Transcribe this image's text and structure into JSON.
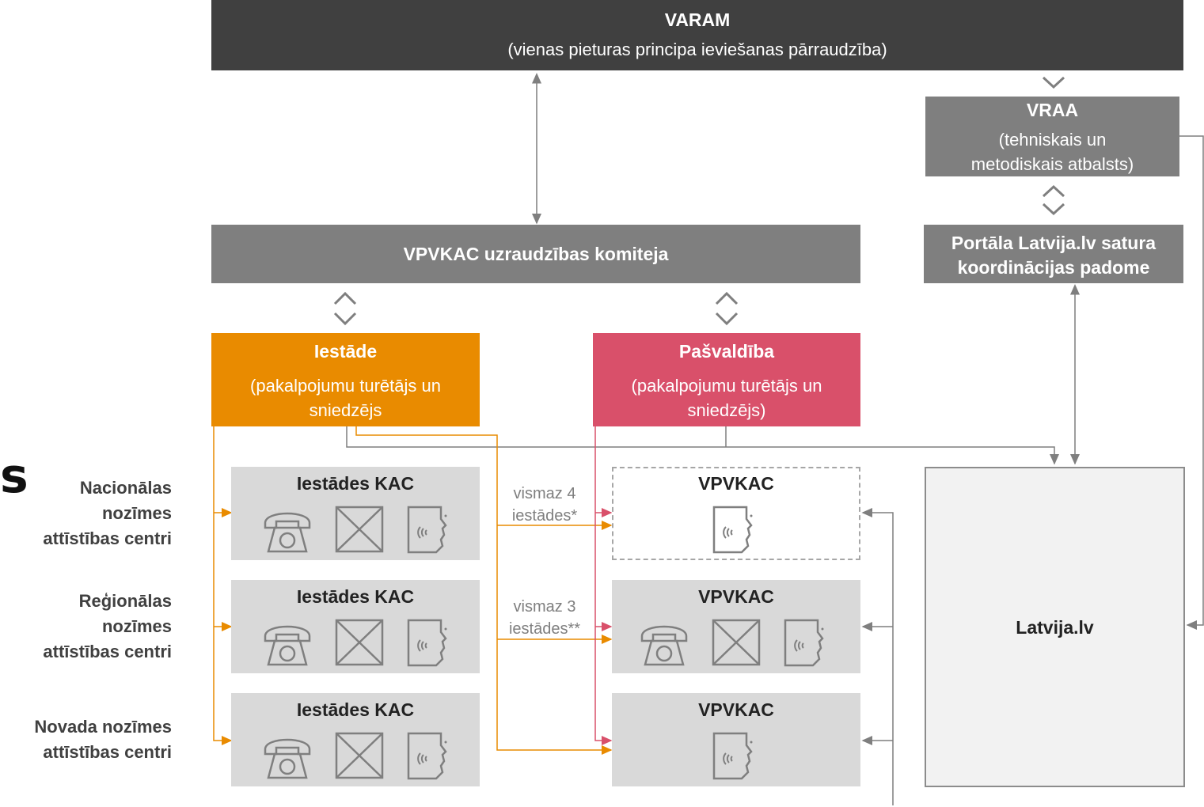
{
  "varam": {
    "title": "VARAM",
    "subtitle": "(vienas pieturas principa ieviešanas pārraudzība)"
  },
  "vraa": {
    "title": "VRAA",
    "subtitle_line1": "(tehniskais un",
    "subtitle_line2": "metodiskais atbalsts)"
  },
  "committee": {
    "title": "VPVKAC uzraudzības komiteja"
  },
  "portal_council": {
    "line1": "Portāla Latvija.lv satura",
    "line2": "koordinācijas padome"
  },
  "iestade": {
    "title": "Iestāde",
    "subtitle_line1": "(pakalpojumu turētājs un",
    "subtitle_line2": "sniedzējs"
  },
  "pasvaldiba": {
    "title": "Pašvaldība",
    "subtitle_line1": "(pakalpojumu turētājs un",
    "subtitle_line2": "sniedzējs)"
  },
  "left_fragment": "s",
  "row_labels": [
    {
      "line1": "Nacionālas",
      "line2": "nozīmes",
      "line3": "attīstības centri"
    },
    {
      "line1": "Reģionālas",
      "line2": "nozīmes",
      "line3": "attīstības centri"
    },
    {
      "line1": "Novada nozīmes",
      "line2": "attīstības centri"
    }
  ],
  "kac_title": "Iestādes KAC",
  "vpvkac_title": "VPVKAC",
  "notes": [
    {
      "line1": "vismaz 4",
      "line2": "iestādes*"
    },
    {
      "line1": "vismaz 3",
      "line2": "iestādes**"
    }
  ],
  "latvija": {
    "title": "Latvija.lv"
  },
  "colors": {
    "dark": "#404040",
    "mid": "#7f7f7f",
    "orange": "#e98b00",
    "pink": "#d9506a",
    "light": "#d9d9d9",
    "line": "#7f7f7f"
  },
  "icons": [
    "phone-icon",
    "envelope-icon",
    "speaking-person-icon"
  ]
}
